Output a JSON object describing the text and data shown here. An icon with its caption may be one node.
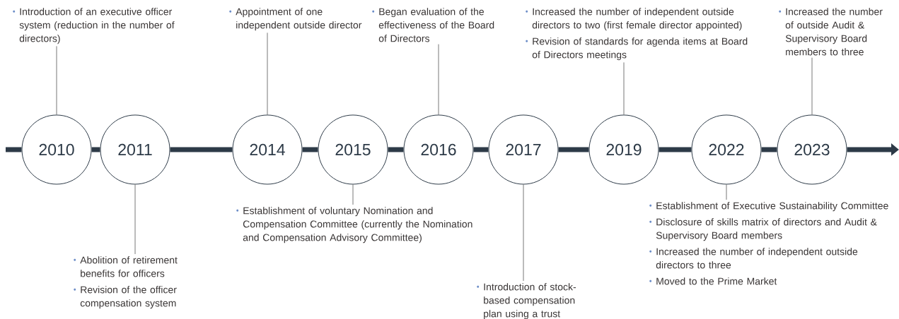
{
  "diagram": {
    "nodes": [
      {
        "text": [
          "2010"
        ]
      },
      {
        "text": [
          "2011"
        ]
      },
      {
        "text": [
          "2014"
        ]
      },
      {
        "text": [
          "2015"
        ]
      },
      {
        "text": [
          "2016"
        ]
      },
      {
        "text": [
          "2017"
        ]
      },
      {
        "text": [
          "2019"
        ]
      },
      {
        "text": [
          "2022"
        ]
      },
      {
        "text": [
          "2023"
        ]
      },
      {
        "text": [
          "Introduction of an executive officer system (reduction in the number of directors)"
        ]
      },
      {
        "text": [
          "Abolition of retirement benefits for officers",
          "Revision of the officer compensation system"
        ]
      },
      {
        "text": [
          "Appointment of one independent outside director"
        ]
      },
      {
        "text": [
          "Establishment of voluntary Nomination and Compensation Committee (currently the Nomination and Compensation Advisory Committee)"
        ]
      },
      {
        "text": [
          "Began evaluation of the effectiveness of the Board of Directors"
        ]
      },
      {
        "text": [
          "Introduction of stock-based compensation plan using a trust"
        ]
      },
      {
        "text": [
          "Increased the number of independent outside directors to two (first female director appointed)",
          "Revision of standards for agenda items at Board of Directors meetings"
        ]
      },
      {
        "text": [
          "Establishment of Executive Sustainability Committee",
          "Disclosure of skills matrix of directors and Audit & Supervisory Board members",
          "Increased the number of independent outside directors to three",
          "Moved to the Prime Market"
        ]
      },
      {
        "text": [
          "Increased the number of outside Audit & Supervisory Board members to three"
        ]
      }
    ],
    "edges": [
      {
        "from": null,
        "to": 0,
        "arrow": "none"
      },
      {
        "from": 0,
        "to": 1,
        "arrow": "none"
      },
      {
        "from": 1,
        "to": 2,
        "arrow": "none"
      },
      {
        "from": 2,
        "to": 3,
        "arrow": "none"
      },
      {
        "from": 3,
        "to": 4,
        "arrow": "none"
      },
      {
        "from": 4,
        "to": 5,
        "arrow": "none"
      },
      {
        "from": 5,
        "to": 6,
        "arrow": "none"
      },
      {
        "from": 6,
        "to": 7,
        "arrow": "none"
      },
      {
        "from": 7,
        "to": 8,
        "arrow": "none"
      },
      {
        "from": 8,
        "to": null,
        "arrow": "to"
      },
      {
        "from": 0,
        "to": 9,
        "arrow": "none"
      },
      {
        "from": 1,
        "to": 10,
        "arrow": "none"
      },
      {
        "from": 2,
        "to": 11,
        "arrow": "none"
      },
      {
        "from": 3,
        "to": 12,
        "arrow": "none"
      },
      {
        "from": 4,
        "to": 13,
        "arrow": "none"
      },
      {
        "from": 5,
        "to": 14,
        "arrow": "none"
      },
      {
        "from": 6,
        "to": 15,
        "arrow": "none"
      },
      {
        "from": 7,
        "to": 16,
        "arrow": "none"
      },
      {
        "from": 8,
        "to": 17,
        "arrow": "none"
      }
    ]
  }
}
